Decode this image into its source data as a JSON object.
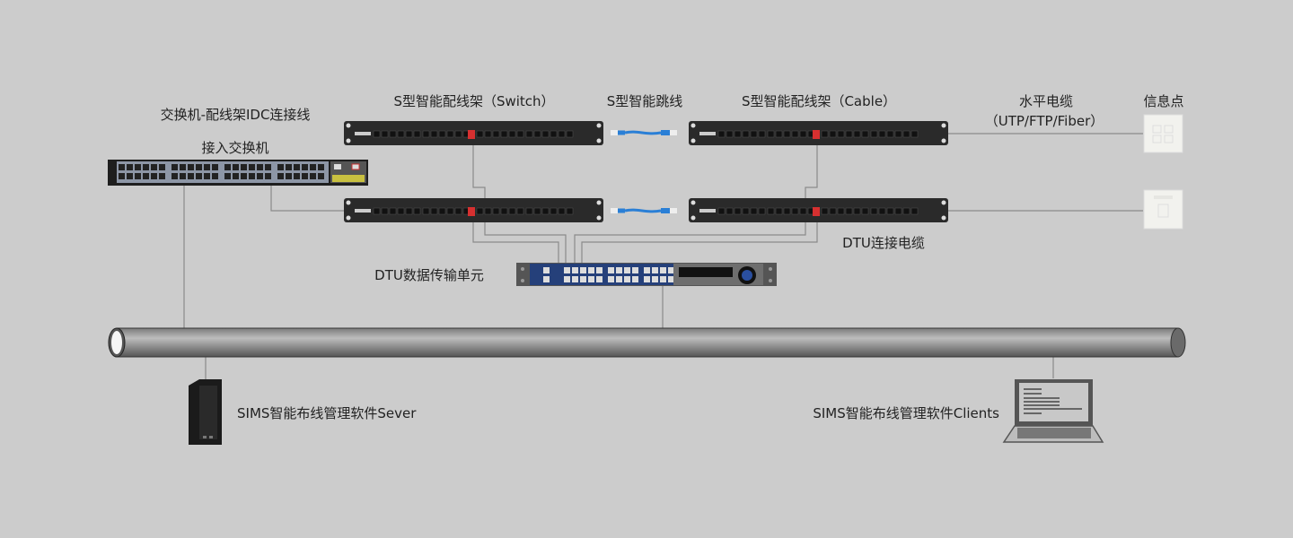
{
  "labels": {
    "idc_cable": "交换机-配线架IDC连接线",
    "access_switch": "接入交换机",
    "panel_switch": "S型智能配线架（Switch）",
    "jumper": "S型智能跳线",
    "panel_cable": "S型智能配线架（Cable）",
    "horizontal_cable_line1": "水平电缆",
    "horizontal_cable_line2": "（UTP/FTP/Fiber）",
    "info_point": "信息点",
    "dtu_cable": "DTU连接电缆",
    "dtu_unit": "DTU数据传输单元",
    "server": "SIMS智能布线管理软件Sever",
    "clients": "SIMS智能布线管理软件Clients"
  },
  "colors": {
    "background": "#cccccc",
    "wire": "#8a8a8a",
    "panel": "#2a2a2a",
    "dtu_blue": "#25407a",
    "jumper_blue": "#2a7fd6",
    "red_port": "#d63030"
  },
  "icons": [
    "switch-icon",
    "patch-panel-icon",
    "jumper-cable-icon",
    "wall-outlet-icon",
    "dtu-icon",
    "backbone-pipe-icon",
    "server-icon",
    "laptop-icon"
  ]
}
